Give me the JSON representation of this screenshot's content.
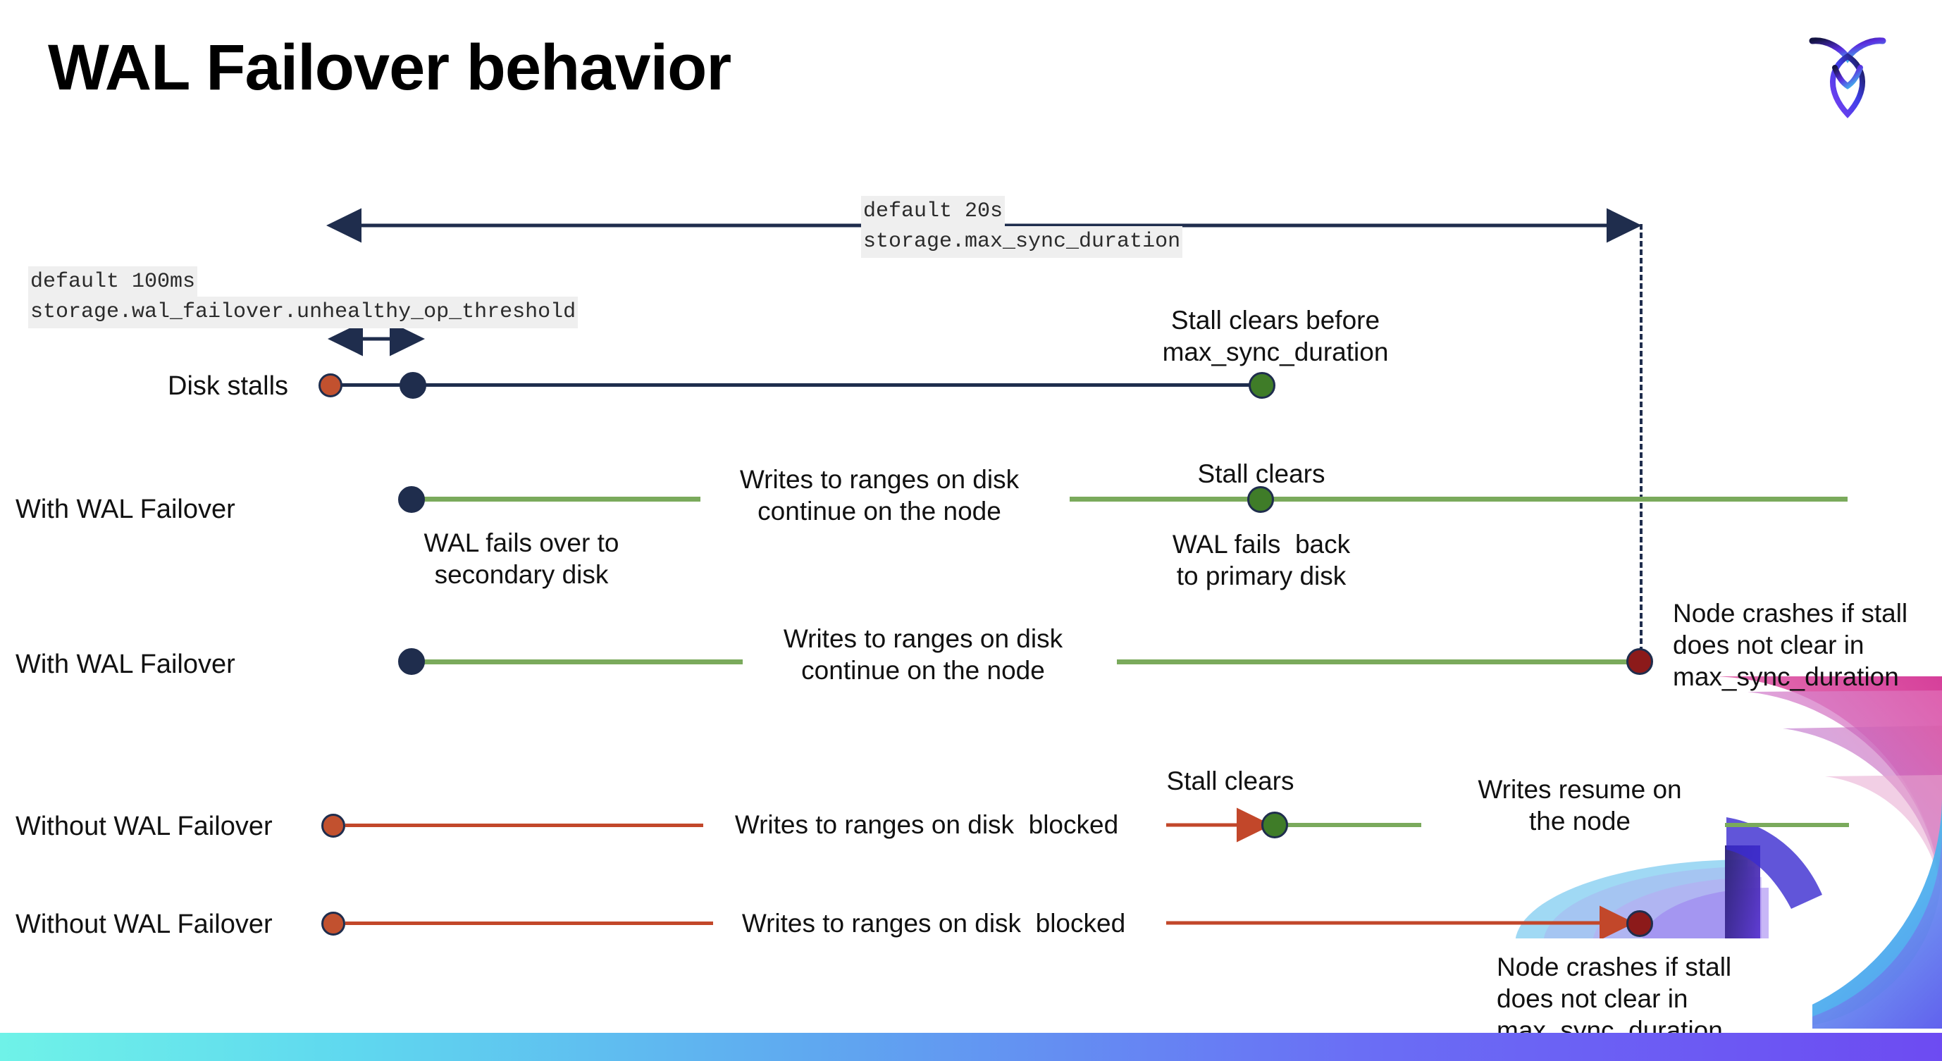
{
  "slide": {
    "title": "WAL Failover behavior",
    "logo_name": "cockroachdb-logo"
  },
  "settings": {
    "max_sync_duration": {
      "default_label": "default 20s",
      "setting_name": "storage.max_sync_duration"
    },
    "unhealthy_op_threshold": {
      "default_label": "default 100ms",
      "setting_name": "storage.wal_failover.unhealthy_op_threshold"
    }
  },
  "rows": {
    "disk_stalls": {
      "label": "Disk stalls",
      "stall_clears_note": "Stall clears before\nmax_sync_duration"
    },
    "with_failover_recovers": {
      "label": "With WAL Failover",
      "failover_note": "WAL fails over to\nsecondary disk",
      "writes_note": "Writes to ranges on disk\ncontinue on the node",
      "stall_clears_label": "Stall clears",
      "fail_back_note": "WAL fails  back\nto primary disk"
    },
    "with_failover_crash": {
      "label": "With WAL Failover",
      "writes_note": "Writes to ranges on disk\ncontinue on the node",
      "crash_note": "Node crashes if stall\ndoes not clear in\nmax_sync_duration"
    },
    "without_failover_recovers": {
      "label": "Without WAL Failover",
      "blocked_note": "Writes to ranges on disk  blocked",
      "stall_clears_label": "Stall clears",
      "resume_note": "Writes resume on\nthe node"
    },
    "without_failover_crash": {
      "label": "Without WAL Failover",
      "blocked_note": "Writes to ranges on disk  blocked",
      "crash_note": "Node crashes if stall\ndoes not clear in\nmax_sync_duration"
    }
  },
  "colors": {
    "navy": "#1f2d4d",
    "green_line": "#7aaa5c",
    "green_dot": "#3f7c28",
    "orange": "#c2512f",
    "orange_line": "#c2472a",
    "dark_red": "#8c1a1a",
    "chip_bg": "#efefef"
  }
}
